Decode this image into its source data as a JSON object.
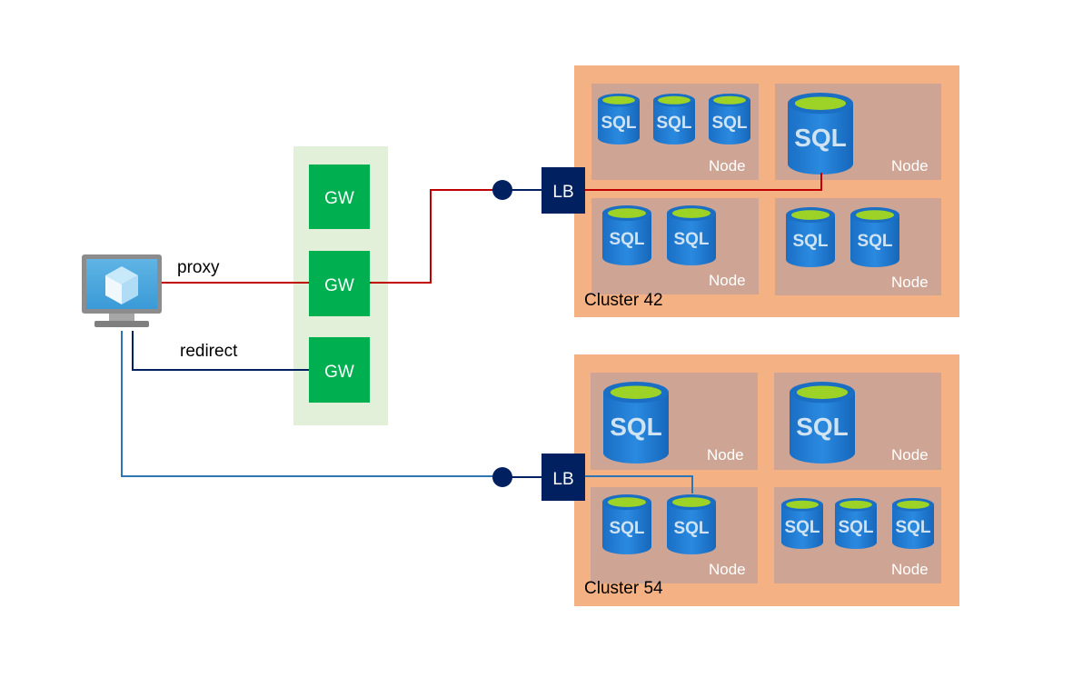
{
  "client": {
    "icon": "virtual-machine-monitor-icon"
  },
  "connections": {
    "proxy_label": "proxy",
    "redirect_label": "redirect"
  },
  "gateways": {
    "labels": [
      "GW",
      "GW",
      "GW"
    ]
  },
  "clusters": [
    {
      "name": "Cluster 42",
      "lb_label": "LB",
      "nodes": [
        {
          "label": "Node",
          "databases": [
            "SQL",
            "SQL",
            "SQL"
          ]
        },
        {
          "label": "Node",
          "databases": [
            "SQL"
          ]
        },
        {
          "label": "Node",
          "databases": [
            "SQL",
            "SQL"
          ]
        },
        {
          "label": "Node",
          "databases": [
            "SQL",
            "SQL"
          ]
        }
      ]
    },
    {
      "name": "Cluster 54",
      "lb_label": "LB",
      "nodes": [
        {
          "label": "Node",
          "databases": [
            "SQL"
          ]
        },
        {
          "label": "Node",
          "databases": [
            "SQL"
          ]
        },
        {
          "label": "Node",
          "databases": [
            "SQL",
            "SQL"
          ]
        },
        {
          "label": "Node",
          "databases": [
            "SQL",
            "SQL",
            "SQL"
          ]
        }
      ]
    }
  ],
  "colors": {
    "cluster_bg": "#f4b183",
    "node_bg": "#cea594",
    "gateway_bg": "#e2f0d9",
    "gateway_box": "#00b050",
    "lb_box": "#002060",
    "proxy_line": "#c00000",
    "redirect_line": "#002060",
    "direct_line": "#2e75b6",
    "sql_blue": "#0078d4",
    "sql_top": "#9dd326"
  }
}
